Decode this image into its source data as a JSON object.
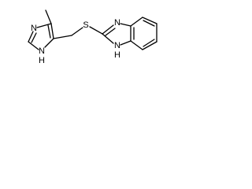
{
  "structure": {
    "atoms": {
      "imidazole_n_upper": "N",
      "imidazole_n_lower": "N",
      "imidazole_h": "H",
      "sulfur": "S",
      "benzimidazole_n_upper": "N",
      "benzimidazole_n_lower": "N",
      "benzimidazole_h": "H"
    }
  },
  "colors": {
    "bond": "#000000",
    "label": "#000000",
    "background": "#ffffff"
  }
}
